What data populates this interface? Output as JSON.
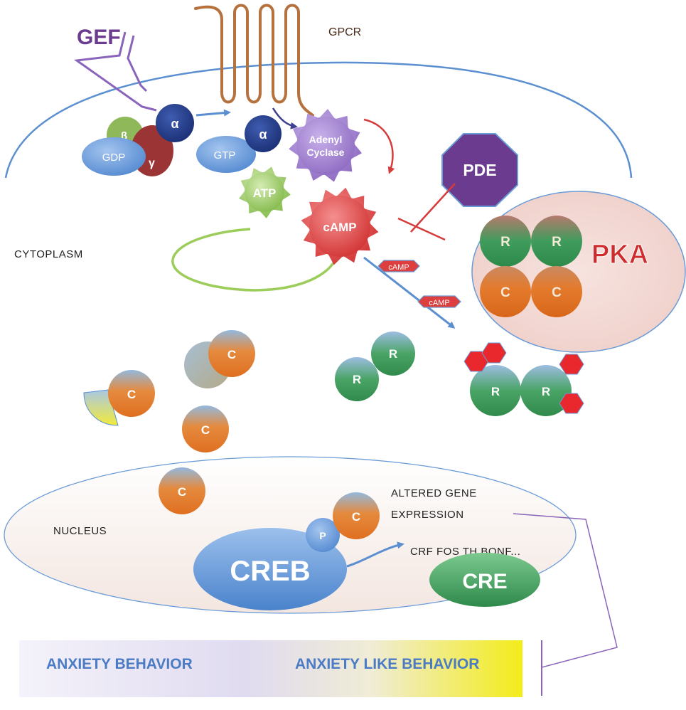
{
  "labels": {
    "gef": "GEF",
    "gpcr": "GPCR",
    "cytoplasm": "CYTOPLASM",
    "nucleus": "NUCLEUS",
    "alpha": "α",
    "beta": "β",
    "gamma": "γ",
    "gdp": "GDP",
    "gtp": "GTP",
    "adenyl_cyclase_line1": "Adenyl",
    "adenyl_cyclase_line2": "Cyclase",
    "atp": "ATP",
    "camp": "cAMP",
    "camp_tag_1": "cAMP",
    "camp_tag_2": "cAMP",
    "pde": "PDE",
    "pka": "PKA",
    "regulatory": "R",
    "catalytic": "C",
    "phosphate": "P",
    "creb": "CREB",
    "cre": "CRE",
    "altered_gene_expression_line1": "ALTERED GENE",
    "altered_gene_expression_line2": "EXPRESSION",
    "target_genes": "CRF FOS TH BONF..."
  },
  "behavior_bar": {
    "left_label": "ANXIETY BEHAVIOR",
    "right_label": "ANXIETY LIKE BEHAVIOR"
  },
  "colors": {
    "membrane": "#5b8fd0",
    "gpcr": "#b5713e",
    "gef": "#7b4fa0",
    "alpha_subunit": "#233d8a",
    "beta_subunit": "#8fb85a",
    "gamma_subunit": "#9b3535",
    "gdp_gtp": "#6a9bd8",
    "adenyl_cyclase": "#9a78c8",
    "atp": "#8cc152",
    "camp": "#dd3e3e",
    "pde": "#6a3b8e",
    "pka_background": "#f3d8d3",
    "regulatory_subunit": "#3a9a58",
    "catalytic_subunit": "#e47a2c",
    "creb": "#5b8fd0",
    "cre": "#3a9a58",
    "bar_left": "#e6e3f3",
    "bar_right": "#f4ee20"
  }
}
